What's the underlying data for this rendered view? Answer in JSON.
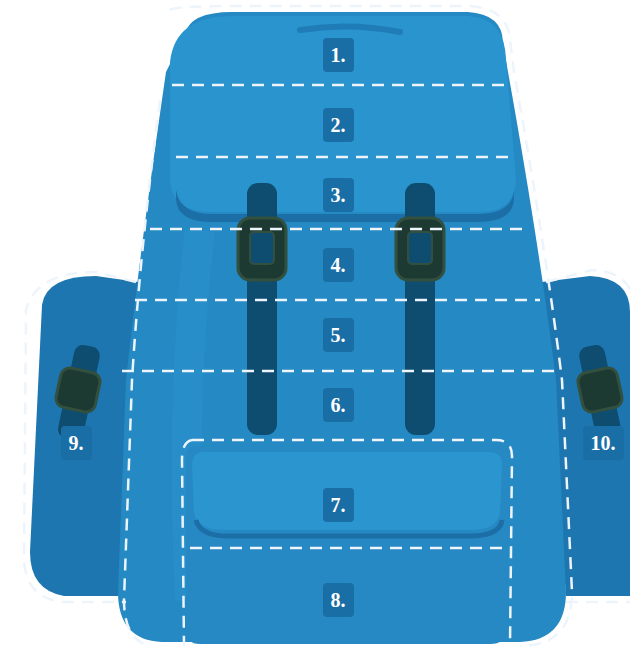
{
  "diagram": {
    "labels": [
      "1.",
      "2.",
      "3.",
      "4.",
      "5.",
      "6.",
      "7.",
      "8.",
      "9.",
      "10."
    ]
  }
}
